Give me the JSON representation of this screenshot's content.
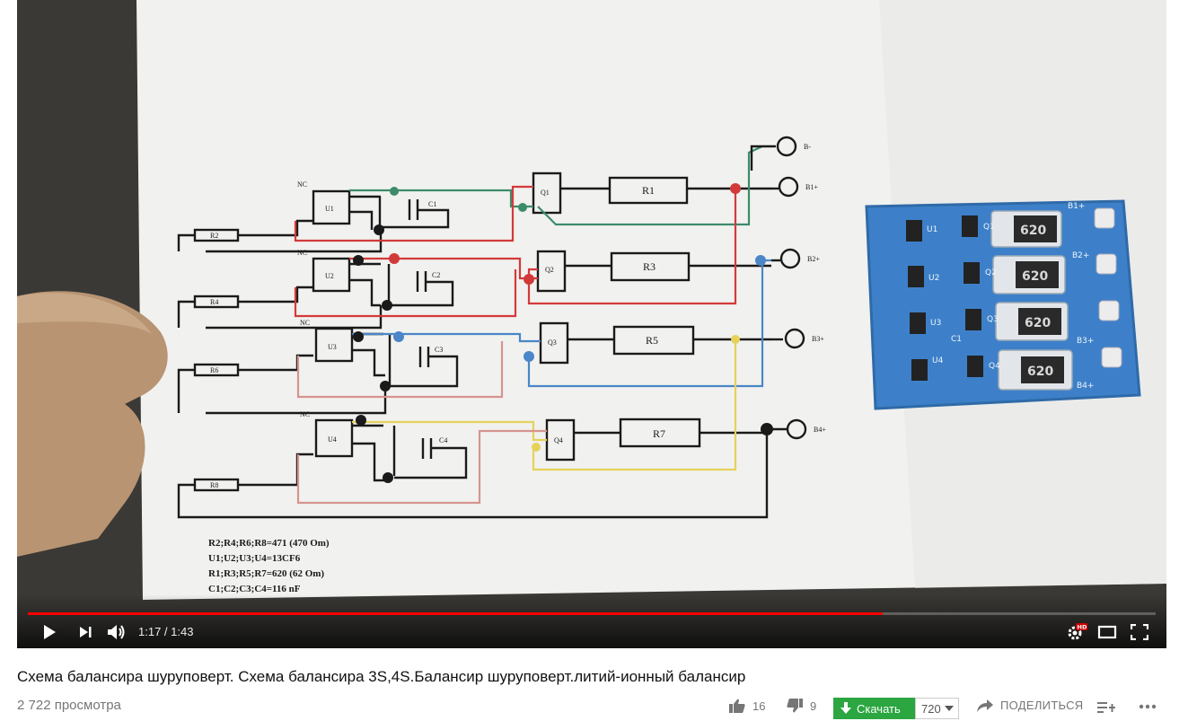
{
  "player": {
    "time_current": "1:17",
    "time_separator": " / ",
    "time_total": "1:43",
    "progress_played_fraction": 0.758,
    "progress_loaded_fraction": 0.758,
    "hd_badge": "HD",
    "accent_color": "#ff0000"
  },
  "schematic": {
    "labels": {
      "u1": "U1",
      "u2": "U2",
      "u3": "U3",
      "u4": "U4",
      "q1": "Q1",
      "q2": "Q2",
      "q3": "Q3",
      "q4": "Q4",
      "r1": "R1",
      "r3": "R3",
      "r5": "R5",
      "r7": "R7",
      "r2": "R2",
      "r4": "R4",
      "r6": "R6",
      "r8": "R8",
      "c1": "C1",
      "c2": "C2",
      "c3": "C3",
      "c4": "C4",
      "nc": "NC",
      "b_minus": "B-",
      "b1_plus": "B1+",
      "b2_plus": "B2+",
      "b3_plus": "B3+",
      "b4_plus": "B4+"
    },
    "notes": [
      "R2;R4;R6;R8=471 (470 Om)",
      "U1;U2;U3;U4=13CF6",
      "R1;R3;R5;R7=620  (62 Om)",
      "C1;C2;C3;C4=116 nF"
    ],
    "board": {
      "resistor_code": "620",
      "silk": [
        "B1+",
        "B2+",
        "B3+",
        "B4+",
        "U1",
        "U2",
        "U3",
        "U4",
        "Q1",
        "Q2",
        "Q3",
        "Q4",
        "C1"
      ]
    },
    "wire_colors": {
      "green": "#3c8c6a",
      "red": "#d23a3a",
      "blue": "#4a86c8",
      "yellow": "#e6d25a",
      "black": "#1a1a1a"
    }
  },
  "video": {
    "title": "Схема балансира шуруповерт. Схема балансира 3S,4S.Балансир шуруповерт.литий-ионный балансир",
    "views": "2 722 просмотра",
    "likes": "16",
    "dislikes": "9",
    "download_label": "Скачать",
    "download_color": "#2ba640",
    "quality": "720",
    "share_label": "ПОДЕЛИТЬСЯ"
  }
}
